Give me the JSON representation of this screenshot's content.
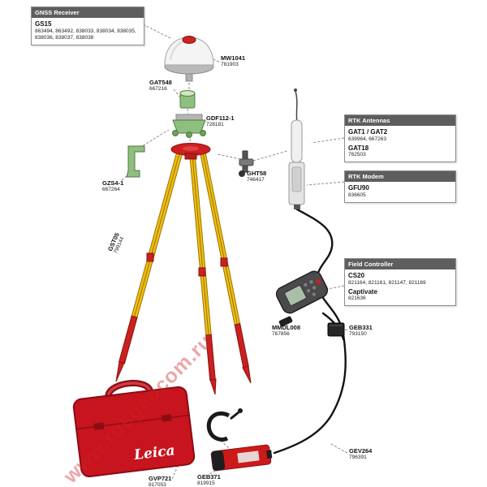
{
  "watermark": "www.rusgeocom.ru",
  "case": {
    "logo": "Leica"
  },
  "panels": {
    "gnss_receiver": {
      "header": "GNSS Receiver",
      "model": "GS15",
      "parts": "863494, 863492, 838033, 838034, 838035, 838036, 838037, 838038"
    },
    "rtk_antennas": {
      "header": "RTK Antennas",
      "model1": "GAT1 / GAT2",
      "parts1": "639964, 667263",
      "model2": "GAT18",
      "parts2": "762503"
    },
    "rtk_modem": {
      "header": "RTK Modem",
      "model": "GFU90",
      "parts": "836605"
    },
    "field_controller": {
      "header": "Field Controller",
      "model1": "CS20",
      "parts1": "821164, 821161, 821147, 821169",
      "model2": "Captivate",
      "parts2": "821636"
    }
  },
  "labels": {
    "mw1041": {
      "name": "MW1041",
      "part": "781903"
    },
    "gat548": {
      "name": "GAT548",
      "part": "667216"
    },
    "gdf112": {
      "name": "GDF112-1",
      "part": "728181"
    },
    "gzs4": {
      "name": "GZS4-1",
      "part": "667264"
    },
    "gst05": {
      "name": "GST05",
      "part": "799144"
    },
    "ght58": {
      "name": "GHT58",
      "part": "746417"
    },
    "mmdl008": {
      "name": "MMDL008",
      "part": "767856"
    },
    "geb331": {
      "name": "GEB331",
      "part": "793150"
    },
    "gev264": {
      "name": "GEV264",
      "part": "796391"
    },
    "geb371": {
      "name": "GEB371",
      "part": "819915"
    },
    "gvp721": {
      "name": "GVP721",
      "part": "817053"
    }
  }
}
